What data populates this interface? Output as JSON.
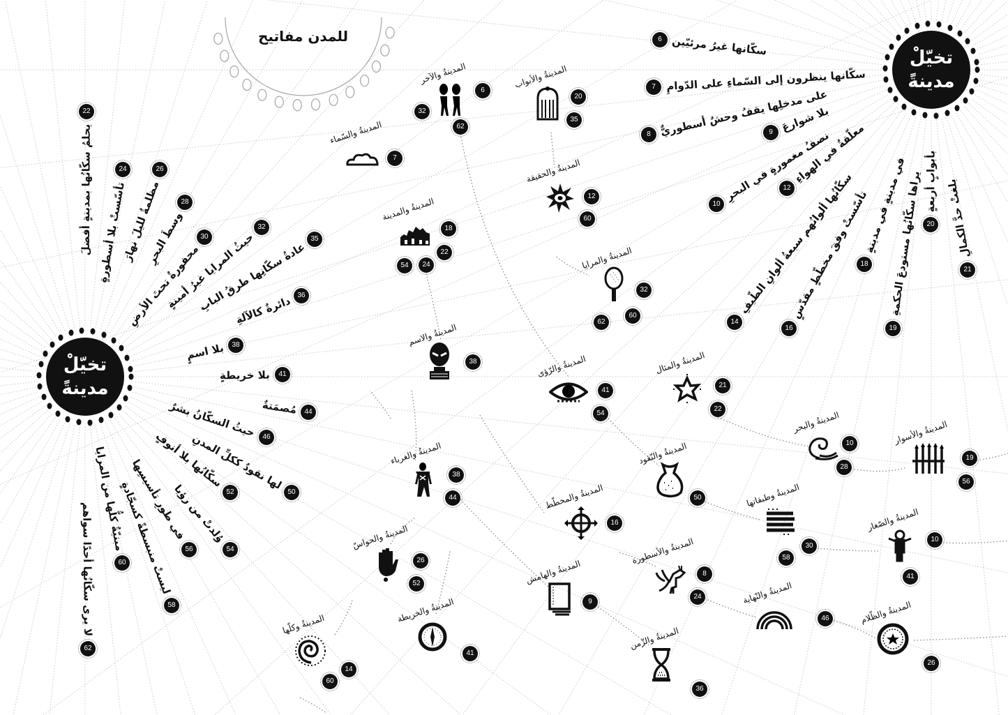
{
  "title": "للمدن مفاتيح",
  "sun_title": [
    "تخيّلْ",
    "مدينةً"
  ],
  "right_sun": {
    "items": [
      {
        "n": "6",
        "text": "سكّانها غيرُ مرئيّين"
      },
      {
        "n": "7",
        "text": "سكّانها ينظرون إلى السّماءِ على الدّوامِ"
      },
      {
        "n": "8",
        "text": "على مدخلِها يقفُ وحشٌ أسطوريٌّ"
      },
      {
        "n": "9",
        "text": "بلا شوارعَ"
      },
      {
        "n": "10",
        "text": "نصفُ مغمورةٍ في البحرِ"
      },
      {
        "n": "12",
        "text": "معلّقةٌ في الهواءِ"
      },
      {
        "n": "14",
        "text": "سكّانُها ألوانُهم سبعةُ ألوانِ الطّيفِ"
      },
      {
        "n": "16",
        "text": "تأسّستْ وفقَ مخطّطٍ مقدّسٍ"
      },
      {
        "n": "18",
        "text": "في مدينةٍ في مدينةٍ"
      },
      {
        "n": "19",
        "text": "يراها سكّانُها مستودعَ الحكمةِ"
      },
      {
        "n": "20",
        "text": "بأبوابٍ أربعةٍ"
      },
      {
        "n": "21",
        "text": "بلغتْ حدَّ الكمالِ"
      }
    ]
  },
  "left_sun": {
    "items": [
      {
        "n": "22",
        "text": "يحلمُ سكّانُها بمدينةٍ أفضلَ"
      },
      {
        "n": "24",
        "text": "تأسّستْ بلا أسطورةٍ"
      },
      {
        "n": "26",
        "text": "مظلمةٌ لليلَ نهارَ"
      },
      {
        "n": "28",
        "text": "وسطَ البحرِ"
      },
      {
        "n": "30",
        "text": "محفورةٌ تحتَ الأرضِ"
      },
      {
        "n": "32",
        "text": "حيثُ المرايا غيرُ أمينةٍ"
      },
      {
        "n": "35",
        "text": "عادةُ سكّانِها طرقُ البابِ"
      },
      {
        "n": "36",
        "text": "دائرةٌ كالآلةِ"
      },
      {
        "n": "38",
        "text": "بلا اسمٍ"
      },
      {
        "n": "41",
        "text": "بلا خريطةٍ"
      },
      {
        "n": "44",
        "text": "مُصمَتةٌ"
      },
      {
        "n": "46",
        "text": "حيثُ السكّانُ بشرٌ"
      },
      {
        "n": "50",
        "text": "لها نقودٌ ككلِّ المدنِ"
      },
      {
        "n": "52",
        "text": "سكّانُها بلا أنوفٍ"
      },
      {
        "n": "54",
        "text": "وُلدتْ من رؤيا"
      },
      {
        "n": "56",
        "text": "في طورِ تأسيسِها"
      },
      {
        "n": "58",
        "text": "ليستْ منبسطةً كسجّادةٍ"
      },
      {
        "n": "60",
        "text": "مبنيّةٌ كلُّها من المرايا"
      },
      {
        "n": "62",
        "text": "لا يرى سكّانُها أحدًا سواهم"
      }
    ]
  },
  "nodes": [
    {
      "label": "المدينةُ والآخر",
      "icon": "two-figures",
      "badges": [
        "6",
        "32",
        "62"
      ]
    },
    {
      "label": "المدينةُ والأبواب",
      "icon": "door",
      "badges": [
        "20",
        "35"
      ]
    },
    {
      "label": "المدينةُ والسّماء",
      "icon": "cloud",
      "badges": [
        "7"
      ]
    },
    {
      "label": "المدينةُ والحقيقة",
      "icon": "star-eye",
      "badges": [
        "12",
        "60"
      ]
    },
    {
      "label": "المدينةُ والمدينة",
      "icon": "city",
      "badges": [
        "18",
        "22",
        "54",
        "24"
      ]
    },
    {
      "label": "المدينةُ والمرايا",
      "icon": "mirror",
      "badges": [
        "32",
        "62",
        "60"
      ]
    },
    {
      "label": "المدينةُ والاسم",
      "icon": "mask",
      "badges": [
        "38"
      ]
    },
    {
      "label": "المدينةُ والرّؤى",
      "icon": "eye",
      "badges": [
        "41",
        "54"
      ]
    },
    {
      "label": "المدينةُ والمثال",
      "icon": "star",
      "badges": [
        "21",
        "22"
      ]
    },
    {
      "label": "المدينةُ والبحر",
      "icon": "wave",
      "badges": [
        "10",
        "28"
      ]
    },
    {
      "label": "المدينةُ والأسوار",
      "icon": "fence",
      "badges": [
        "19",
        "56"
      ]
    },
    {
      "label": "المدينةُ والغرباء",
      "icon": "stranger",
      "badges": [
        "38",
        "44"
      ]
    },
    {
      "label": "المدينةُ والنّقود",
      "icon": "money-bag",
      "badges": [
        "50"
      ]
    },
    {
      "label": "المدينةُ والمخطّط",
      "icon": "compass-cross",
      "badges": [
        "16"
      ]
    },
    {
      "label": "المدينةُ وطبقاتها",
      "icon": "layers",
      "badges": [
        "30",
        "58"
      ]
    },
    {
      "label": "المدينةُ والصّغار",
      "icon": "child",
      "badges": [
        "10",
        "41"
      ]
    },
    {
      "label": "المدينةُ والحواسّ",
      "icon": "hand",
      "badges": [
        "26",
        "52"
      ]
    },
    {
      "label": "المدينةُ والأسطورة",
      "icon": "dragon",
      "badges": [
        "8",
        "24"
      ]
    },
    {
      "label": "المدينةُ والهامش",
      "icon": "page",
      "badges": [
        "9"
      ]
    },
    {
      "label": "المدينةُ والنّهاية",
      "icon": "rainbow",
      "badges": [
        "46"
      ]
    },
    {
      "label": "المدينةُ والظّلام",
      "icon": "night-star",
      "badges": [
        "26"
      ]
    },
    {
      "label": "المدينةُ وكلّها",
      "icon": "spiral",
      "badges": [
        "14",
        "60"
      ]
    },
    {
      "label": "المدينةُ والخريطة",
      "icon": "compass",
      "badges": [
        "41"
      ]
    },
    {
      "label": "المدينةُ والزّمن",
      "icon": "hourglass",
      "badges": [
        "36"
      ]
    }
  ]
}
